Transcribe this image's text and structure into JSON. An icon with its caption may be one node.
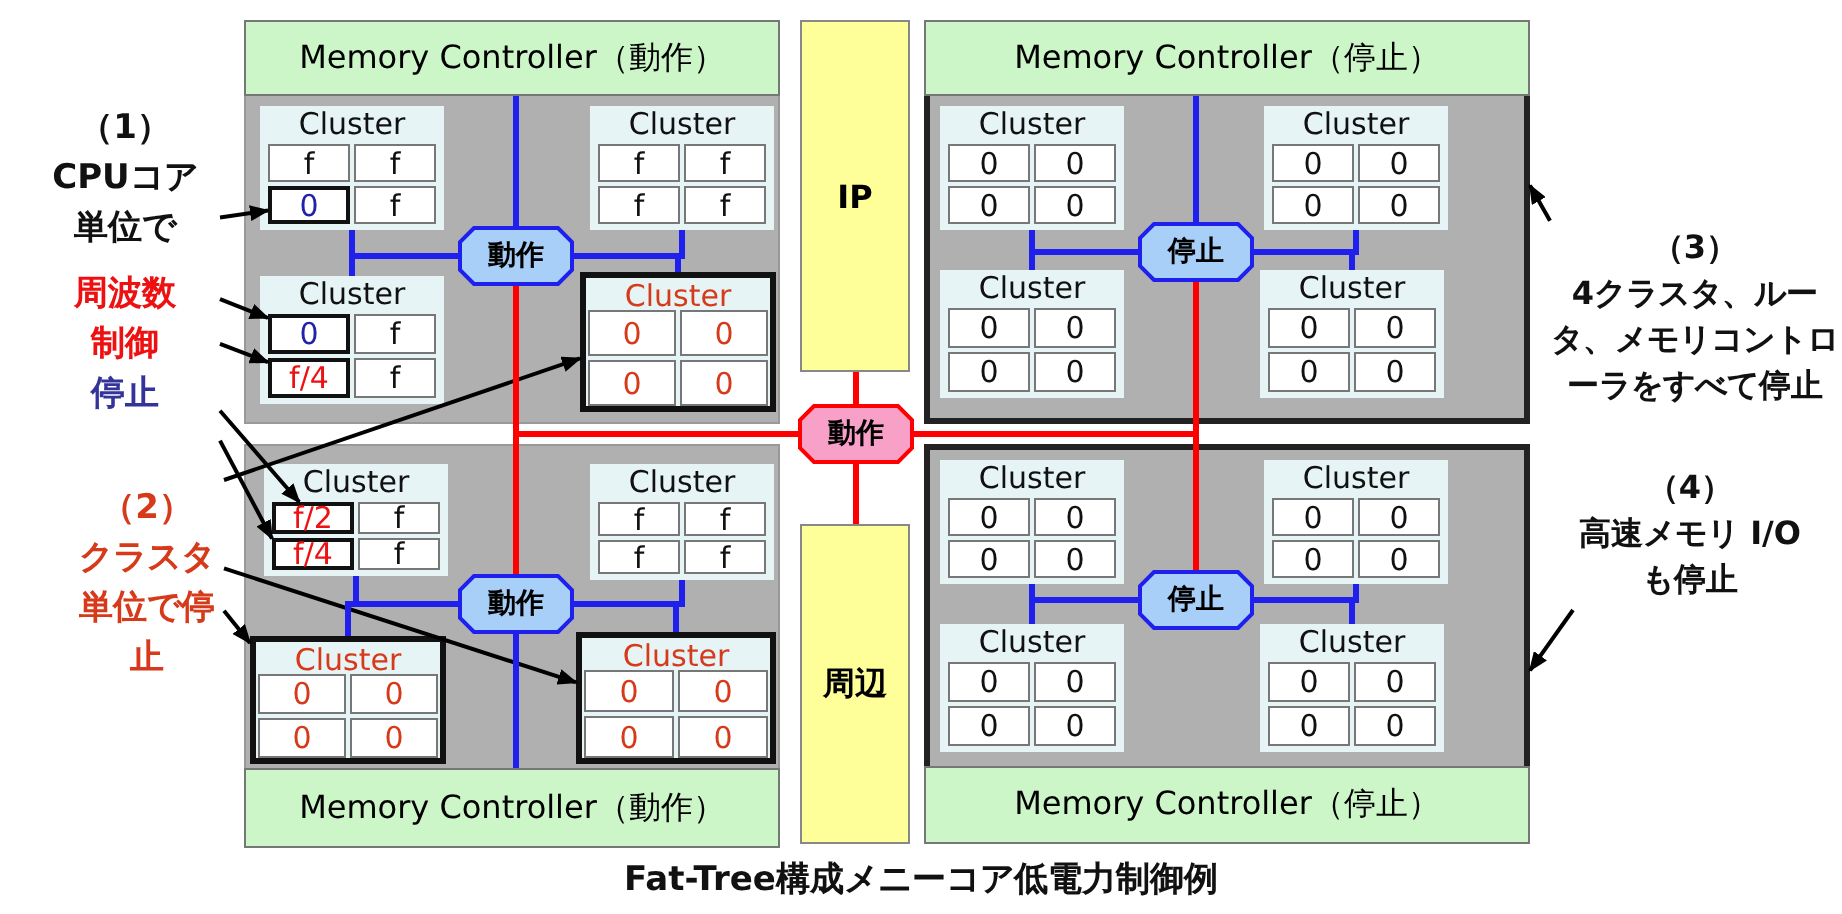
{
  "diagram": {
    "caption": "Fat-Tree構成メニーコア低電力制御例",
    "nodes": [
      {
        "text": [
          "（1）",
          "CPUコア単位で",
          "周波数制御",
          "停止"
        ]
      },
      {
        "text": [],
        "shape": "box"
      },
      {
        "text": [
          "Memory Controller（動作）"
        ],
        "in": 1
      },
      {
        "text": [
          "Cluster"
        ],
        "in": 1
      },
      {
        "text": [
          "f"
        ],
        "in": 3
      },
      {
        "text": [
          "f"
        ],
        "in": 3
      },
      {
        "text": [
          "0"
        ],
        "in": 3
      },
      {
        "text": [
          "f"
        ],
        "in": 3
      },
      {
        "text": [
          "Cluster"
        ],
        "in": 1
      },
      {
        "text": [
          "f"
        ],
        "in": 8
      },
      {
        "text": [
          "f"
        ],
        "in": 8
      },
      {
        "text": [
          "f"
        ],
        "in": 8
      },
      {
        "text": [
          "f"
        ],
        "in": 8
      },
      {
        "text": [
          "動作"
        ],
        "in": 1
      },
      {
        "text": [
          "Cluster"
        ],
        "in": 1
      },
      {
        "text": [
          "0"
        ],
        "in": 14
      },
      {
        "text": [
          "f"
        ],
        "in": 14
      },
      {
        "text": [
          "f/4"
        ],
        "in": 14
      },
      {
        "text": [
          "f"
        ],
        "in": 14
      },
      {
        "text": [
          "Cluster"
        ],
        "in": 1
      },
      {
        "text": [
          "0"
        ],
        "in": 19
      },
      {
        "text": [
          "0"
        ],
        "in": 19
      },
      {
        "text": [
          "0"
        ],
        "in": 19
      },
      {
        "text": [
          "0"
        ],
        "in": 19
      },
      {
        "text": [
          "IP"
        ]
      },
      {
        "text": [],
        "shape": "box"
      },
      {
        "text": [
          "Memory Controller（停止）"
        ],
        "in": 25
      },
      {
        "text": [
          "Cluster"
        ],
        "in": 25
      },
      {
        "text": [
          "0"
        ],
        "in": 27
      },
      {
        "text": [
          "0"
        ],
        "in": 27
      },
      {
        "text": [
          "0"
        ],
        "in": 27
      },
      {
        "text": [
          "0"
        ],
        "in": 27
      },
      {
        "text": [
          "Cluster"
        ],
        "in": 25
      },
      {
        "text": [
          "0"
        ],
        "in": 32
      },
      {
        "text": [
          "0"
        ],
        "in": 32
      },
      {
        "text": [
          "0"
        ],
        "in": 32
      },
      {
        "text": [
          "0"
        ],
        "in": 32
      },
      {
        "text": [
          "停止"
        ],
        "in": 25
      },
      {
        "text": [
          "Cluster"
        ],
        "in": 25
      },
      {
        "text": [
          "0"
        ],
        "in": 38
      },
      {
        "text": [
          "0"
        ],
        "in": 38
      },
      {
        "text": [
          "0"
        ],
        "in": 38
      },
      {
        "text": [
          "0"
        ],
        "in": 38
      },
      {
        "text": [
          "Cluster"
        ],
        "in": 25
      },
      {
        "text": [
          "0"
        ],
        "in": 43
      },
      {
        "text": [
          "0"
        ],
        "in": 43
      },
      {
        "text": [
          "0"
        ],
        "in": 43
      },
      {
        "text": [
          "0"
        ],
        "in": 43
      },
      {
        "text": [
          "（3）",
          "4クラスタ、ルータ、メモリコントローラをすべて停止"
        ]
      },
      {
        "text": [
          "動作"
        ]
      },
      {
        "text": [
          "（2）",
          "クラスタ単位で停止"
        ]
      },
      {
        "text": [],
        "shape": "box"
      },
      {
        "text": [
          "Memory Controller（動作）"
        ],
        "in": 51
      },
      {
        "text": [
          "Cluster"
        ],
        "in": 51
      },
      {
        "text": [
          "f/2"
        ],
        "in": 53
      },
      {
        "text": [
          "f"
        ],
        "in": 53
      },
      {
        "text": [
          "f/4"
        ],
        "in": 53
      },
      {
        "text": [
          "f"
        ],
        "in": 53
      },
      {
        "text": [
          "Cluster"
        ],
        "in": 51
      },
      {
        "text": [
          "f"
        ],
        "in": 58
      },
      {
        "text": [
          "f"
        ],
        "in": 58
      },
      {
        "text": [
          "f"
        ],
        "in": 58
      },
      {
        "text": [
          "f"
        ],
        "in": 58
      },
      {
        "text": [
          "動作"
        ],
        "in": 51
      },
      {
        "text": [
          "Cluster"
        ],
        "in": 51
      },
      {
        "text": [
          "0"
        ],
        "in": 64
      },
      {
        "text": [
          "0"
        ],
        "in": 64
      },
      {
        "text": [
          "0"
        ],
        "in": 64
      },
      {
        "text": [
          "0"
        ],
        "in": 64
      },
      {
        "text": [
          "Cluster"
        ],
        "in": 51
      },
      {
        "text": [
          "0"
        ],
        "in": 69
      },
      {
        "text": [
          "0"
        ],
        "in": 69
      },
      {
        "text": [
          "0"
        ],
        "in": 69
      },
      {
        "text": [
          "0"
        ],
        "in": 69
      },
      {
        "text": [
          "周辺"
        ]
      },
      {
        "text": [],
        "shape": "box"
      },
      {
        "text": [
          "Memory Controller（停止）"
        ],
        "in": 75
      },
      {
        "text": [
          "Cluster"
        ],
        "in": 75
      },
      {
        "text": [
          "0"
        ],
        "in": 77
      },
      {
        "text": [
          "0"
        ],
        "in": 77
      },
      {
        "text": [
          "0"
        ],
        "in": 77
      },
      {
        "text": [
          "0"
        ],
        "in": 77
      },
      {
        "text": [
          "Cluster"
        ],
        "in": 75
      },
      {
        "text": [
          "0"
        ],
        "in": 82
      },
      {
        "text": [
          "0"
        ],
        "in": 82
      },
      {
        "text": [
          "0"
        ],
        "in": 82
      },
      {
        "text": [
          "0"
        ],
        "in": 82
      },
      {
        "text": [
          "停止"
        ],
        "in": 75
      },
      {
        "text": [
          "Cluster"
        ],
        "in": 75
      },
      {
        "text": [
          "0"
        ],
        "in": 88
      },
      {
        "text": [
          "0"
        ],
        "in": 88
      },
      {
        "text": [
          "0"
        ],
        "in": 88
      },
      {
        "text": [
          "0"
        ],
        "in": 88
      },
      {
        "text": [
          "Cluster"
        ],
        "in": 75
      },
      {
        "text": [
          "0"
        ],
        "in": 93
      },
      {
        "text": [
          "0"
        ],
        "in": 93
      },
      {
        "text": [
          "0"
        ],
        "in": 93
      },
      {
        "text": [
          "0"
        ],
        "in": 93
      },
      {
        "text": [
          "（4）",
          "高速メモリ I/O も停止"
        ]
      }
    ],
    "edges": [
      {
        "from": 0,
        "to": 6,
        "arrow": "to",
        "color": "#000000"
      },
      {
        "from": 0,
        "to": 15,
        "arrow": "to",
        "color": "#000000"
      },
      {
        "from": 0,
        "to": 17,
        "arrow": "to",
        "color": "#000000"
      },
      {
        "from": 0,
        "to": 54,
        "arrow": "to",
        "color": "#000000"
      },
      {
        "from": 0,
        "to": 56,
        "arrow": "to",
        "color": "#000000"
      },
      {
        "from": 50,
        "to": 19,
        "arrow": "to",
        "color": "#000000"
      },
      {
        "from": 50,
        "to": 69,
        "arrow": "to",
        "color": "#000000"
      },
      {
        "from": 50,
        "to": 64,
        "arrow": "to",
        "color": "#000000"
      },
      {
        "from": 48,
        "to": 25,
        "arrow": "to",
        "color": "#000000"
      },
      {
        "from": 98,
        "to": 75,
        "arrow": "to",
        "color": "#000000"
      },
      {
        "from": 13,
        "to": 3,
        "arrow": "none"
      },
      {
        "from": 13,
        "to": 8,
        "arrow": "none"
      },
      {
        "from": 13,
        "to": 14,
        "arrow": "none"
      },
      {
        "from": 13,
        "to": 19,
        "arrow": "none"
      },
      {
        "from": 13,
        "to": 2,
        "arrow": "none"
      },
      {
        "from": 37,
        "to": 27,
        "arrow": "none"
      },
      {
        "from": 37,
        "to": 32,
        "arrow": "none"
      },
      {
        "from": 37,
        "to": 38,
        "arrow": "none"
      },
      {
        "from": 37,
        "to": 43,
        "arrow": "none"
      },
      {
        "from": 37,
        "to": 26,
        "arrow": "none"
      },
      {
        "from": 63,
        "to": 53,
        "arrow": "none"
      },
      {
        "from": 63,
        "to": 58,
        "arrow": "none"
      },
      {
        "from": 63,
        "to": 64,
        "arrow": "none"
      },
      {
        "from": 63,
        "to": 69,
        "arrow": "none"
      },
      {
        "from": 63,
        "to": 52,
        "arrow": "none"
      },
      {
        "from": 87,
        "to": 77,
        "arrow": "none"
      },
      {
        "from": 87,
        "to": 82,
        "arrow": "none"
      },
      {
        "from": 87,
        "to": 88,
        "arrow": "none"
      },
      {
        "from": 87,
        "to": 93,
        "arrow": "none"
      },
      {
        "from": 49,
        "to": 24,
        "arrow": "none",
        "color": "#ff0000"
      },
      {
        "from": 49,
        "to": 74,
        "arrow": "none",
        "color": "#ff0000"
      },
      {
        "from": 49,
        "to": 13,
        "arrow": "none",
        "color": "#ff0000"
      },
      {
        "from": 49,
        "to": 63,
        "arrow": "none",
        "color": "#ff0000"
      },
      {
        "from": 49,
        "to": 37,
        "arrow": "none",
        "color": "#ff0000"
      },
      {
        "from": 49,
        "to": 87,
        "arrow": "none",
        "color": "#ff0000"
      }
    ]
  }
}
